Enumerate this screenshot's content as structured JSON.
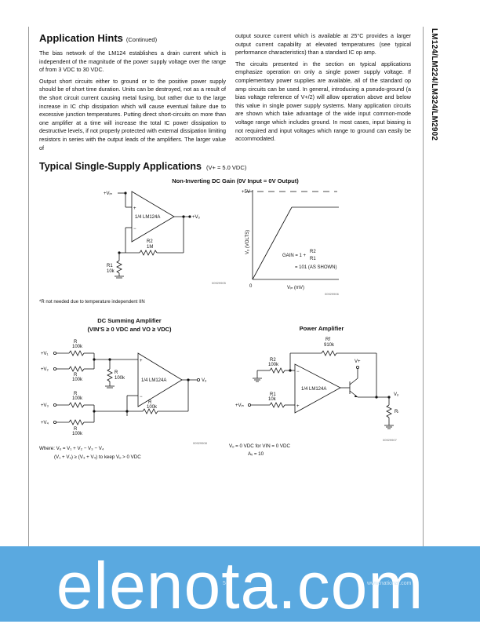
{
  "side_title": "LM124/LM224/LM324/LM2902",
  "section_title": "Application Hints",
  "section_continued": "(Continued)",
  "left_paragraphs": [
    "The bias network of the LM124 establishes a drain current which is independent of the magnitude of the power supply voltage over the range of from 3 VDC to 30 VDC.",
    "Output short circuits either to ground or to the positive power supply should be of short time duration. Units can be destroyed, not as a result of the short circuit current causing metal fusing, but rather due to the large increase in IC chip dissipation which will cause eventual failure due to excessive junction temperatures. Putting direct short-circuits on more than one amplifier at a time will increase the total IC power dissipation to destructive levels, if not properly protected with external dissipation limiting resistors in series with the output leads of the amplifiers. The larger value of"
  ],
  "right_paragraphs": [
    "output source current which is available at 25°C provides a larger output current capability at elevated temperatures (see typical performance characteristics) than a standard IC op amp.",
    "The circuits presented in the section on typical applications emphasize operation on only a single power supply voltage. If complementary power supplies are available, all of the standard op amp circuits can be used. In general, introducing a pseudo-ground (a bias voltage reference of V+/2) will allow operation above and below this value in single power supply systems. Many application circuits are shown which take advantage of the wide input common-mode voltage range which includes ground. In most cases, input biasing is not required and input voltages which range to ground can easily be accommodated."
  ],
  "apps_title": "Typical Single-Supply Applications",
  "apps_condition": "(V+ = 5.0 VDC)",
  "fig1": {
    "caption": "Non-Inverting DC Gain (0V Input = 0V Output)",
    "vin": "+Vᵢₙ",
    "vo": "+Vₒ",
    "opamp": "1/4 LM124A",
    "r1": "R1",
    "r1_val": "10k",
    "r2": "R2",
    "r2_val": "1M",
    "plus": "+",
    "minus": "−",
    "code": "00929905",
    "graph_top": "+5V",
    "graph_ylabel": "Vₒ (VOLTS)",
    "graph_xlabel": "Vᵢₙ (mV)",
    "graph_origin": "0",
    "gain_label": "GAIN = 1 +",
    "gain_r2": "R2",
    "gain_r1": "R1",
    "gain_value": "= 101 (AS SHOWN)",
    "code2": "00929906",
    "note": "*R not needed due to temperature independent IIN"
  },
  "fig2": {
    "caption_line1": "DC Summing Amplifier",
    "caption_line2": "(VIN'S ≥ 0 VDC and VO ≥ VDC)",
    "inputs": [
      "+V₁",
      "+V₂",
      "+V₃",
      "+V₄"
    ],
    "r_labels": [
      "R",
      "R",
      "R",
      "R",
      "R",
      "R"
    ],
    "r_vals": [
      "100k",
      "100k",
      "100k",
      "100k",
      "100k",
      "100k"
    ],
    "opamp": "1/4 LM124A",
    "vo": "Vₒ",
    "code": "00929908",
    "where_line1": "Where: Vₒ = V₁ + V₂ − V₃ − V₄",
    "where_line2": "(V₁ + V₂) ≥ (V₃ + V₄) to keep Vₒ > 0 VDC"
  },
  "fig3": {
    "caption": "Power Amplifier",
    "rf": "Rf",
    "rf_val": "910k",
    "r2": "R2",
    "r2_val": "100k",
    "r1": "R1",
    "r1_val": "10k",
    "vplus": "V+",
    "opamp": "1/4 LM124A",
    "vin": "+Vᵢₙ",
    "vo": "Vₒ",
    "rl": "Rₗ",
    "code": "00929907",
    "cond_line1": "Vₒ = 0 VDC for VIN = 0 VDC",
    "cond_line2": "Aᵥ = 10"
  },
  "watermark": "elenota.com",
  "footer_left": "5",
  "footer_right": "www.national.com"
}
